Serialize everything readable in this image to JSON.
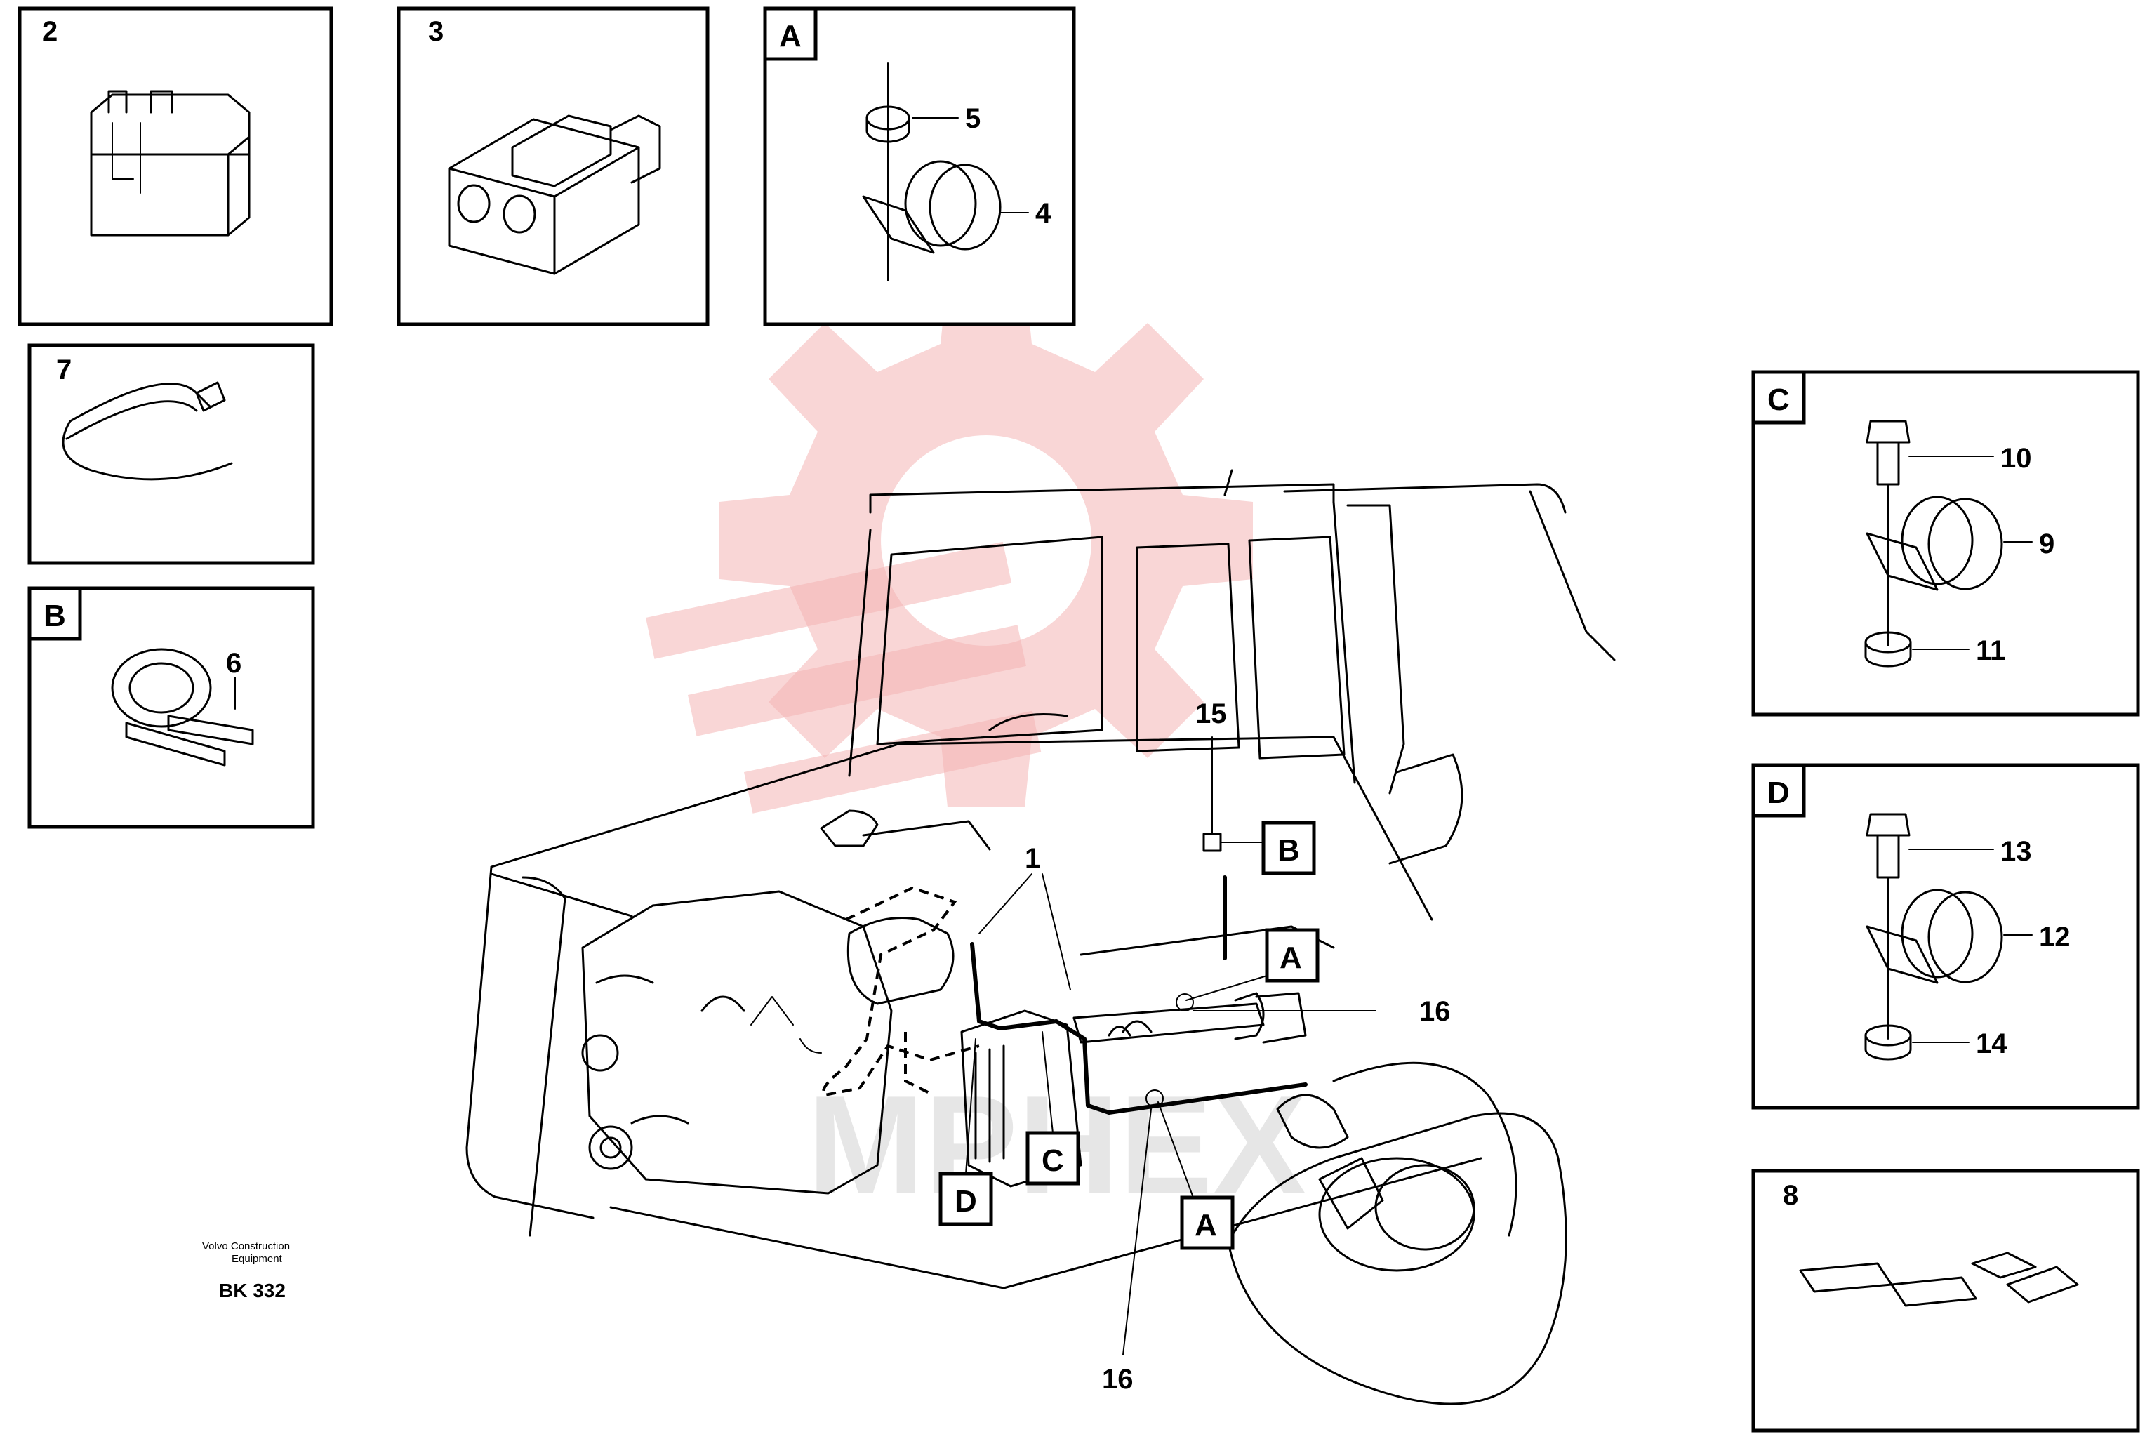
{
  "brand": {
    "line1": "Volvo Construction",
    "line2": "Equipment",
    "code": "BK 332"
  },
  "watermark": {
    "text": "MPHEX",
    "color": "#f4b4b4"
  },
  "insets": {
    "inset_2": {
      "number": "2"
    },
    "inset_3": {
      "number": "3"
    },
    "inset_a": {
      "letter": "A",
      "labels": [
        "5",
        "4"
      ]
    },
    "inset_7": {
      "number": "7"
    },
    "inset_b": {
      "letter": "B",
      "labels": [
        "6"
      ]
    },
    "inset_c": {
      "letter": "C",
      "labels": [
        "10",
        "9",
        "11"
      ]
    },
    "inset_d": {
      "letter": "D",
      "labels": [
        "13",
        "12",
        "14"
      ]
    },
    "inset_8": {
      "number": "8"
    }
  },
  "callouts": {
    "part_1": "1",
    "part_15": "15",
    "part_16_right": "16",
    "part_16_bottom": "16",
    "box_b": "B",
    "box_a_top": "A",
    "box_c": "C",
    "box_d": "D",
    "box_a_bottom": "A"
  }
}
